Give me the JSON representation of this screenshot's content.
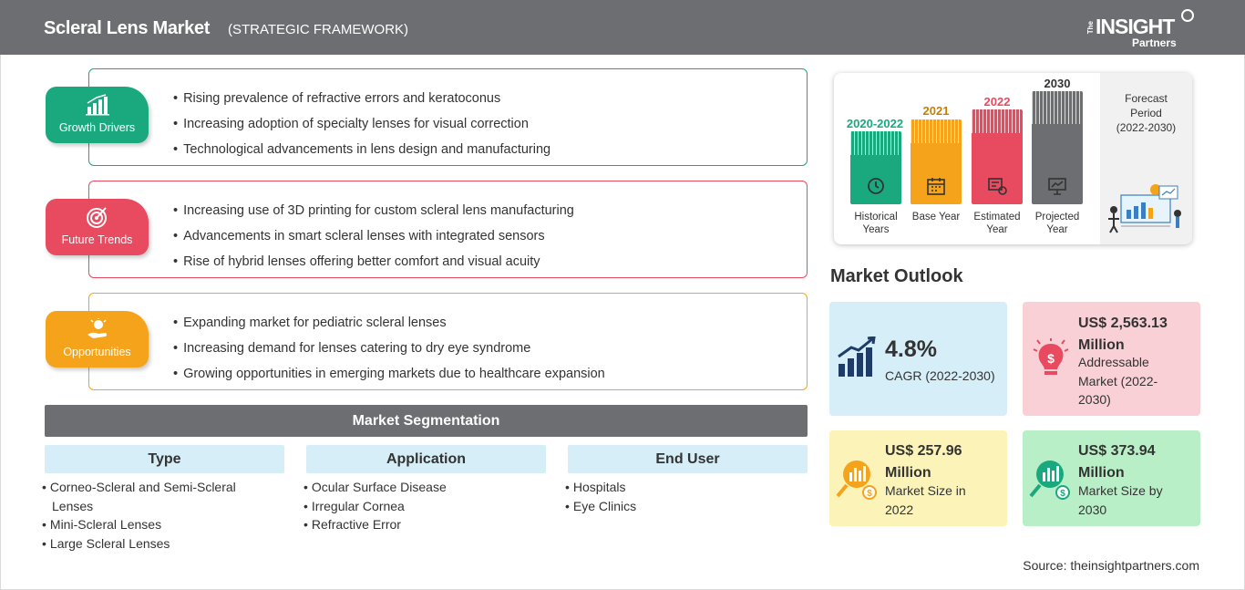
{
  "header": {
    "title": "Scleral Lens Market",
    "subtitle": "(STRATEGIC FRAMEWORK)",
    "logo": {
      "the": "The",
      "main": "INSIGHT",
      "partners": "Partners"
    }
  },
  "framework": [
    {
      "label": "Growth Drivers",
      "icon": "bar-growth-icon",
      "color": "#1aa87f",
      "items": [
        "Rising prevalence of refractive errors and keratoconus",
        "Increasing adoption of specialty lenses for visual correction",
        "Technological advancements in lens design and manufacturing"
      ]
    },
    {
      "label": "Future Trends",
      "icon": "target-icon",
      "color": "#e84a5f",
      "items": [
        "Increasing use of 3D printing for custom scleral lens manufacturing",
        "Advancements in smart scleral lenses with integrated sensors",
        "Rise of hybrid lenses offering better comfort and visual acuity"
      ]
    },
    {
      "label": "Opportunities",
      "icon": "idea-hand-icon",
      "color": "#f5a31a",
      "items": [
        "Expanding market for pediatric scleral lenses",
        "Increasing demand for lenses catering to dry eye syndrome",
        "Growing opportunities in emerging markets due to healthcare expansion"
      ]
    }
  ],
  "segmentation": {
    "title": "Market Segmentation",
    "columns": [
      {
        "heading": "Type",
        "items": [
          "Corneo-Scleral and Semi-Scleral Lenses",
          "Mini-Scleral Lenses",
          "Large Scleral Lenses"
        ]
      },
      {
        "heading": "Application",
        "items": [
          "Ocular Surface Disease",
          "Irregular Cornea",
          "Refractive Error"
        ]
      },
      {
        "heading": "End User",
        "items": [
          "Hospitals",
          "Eye Clinics"
        ]
      }
    ]
  },
  "timeline": {
    "columns": [
      {
        "year": "2020-2022",
        "label": "Historical Years",
        "color": "#1aa87f",
        "icon": "history-icon"
      },
      {
        "year": "2021",
        "label": "Base Year",
        "color": "#f5a31a",
        "icon": "calendar-icon"
      },
      {
        "year": "2022",
        "label": "Estimated Year",
        "color": "#e84a5f",
        "icon": "estimate-icon"
      },
      {
        "year": "2030",
        "label": "Projected Year",
        "color": "#6d6e71",
        "icon": "presentation-icon"
      }
    ],
    "forecast": {
      "line1": "Forecast",
      "line2": "Period",
      "line3": "(2022-2030)"
    }
  },
  "outlook": {
    "title": "Market Outlook",
    "cagr": {
      "value": "4.8%",
      "label": "CAGR (2022-2030)",
      "color": "#d6eef8"
    },
    "addressable": {
      "value1": "US$ 2,563.13",
      "value2": "Million",
      "label": "Addressable Market (2022-2030)",
      "color": "#f9d0d6"
    },
    "size2022": {
      "value1": "US$ 257.96",
      "value2": "Million",
      "label": "Market Size in 2022",
      "color": "#fbf3b7"
    },
    "size2030": {
      "value1": "US$ 373.94",
      "value2": "Million",
      "label": "Market Size by 2030",
      "color": "#b9efc6"
    }
  },
  "source": "Source: theinsightpartners.com"
}
